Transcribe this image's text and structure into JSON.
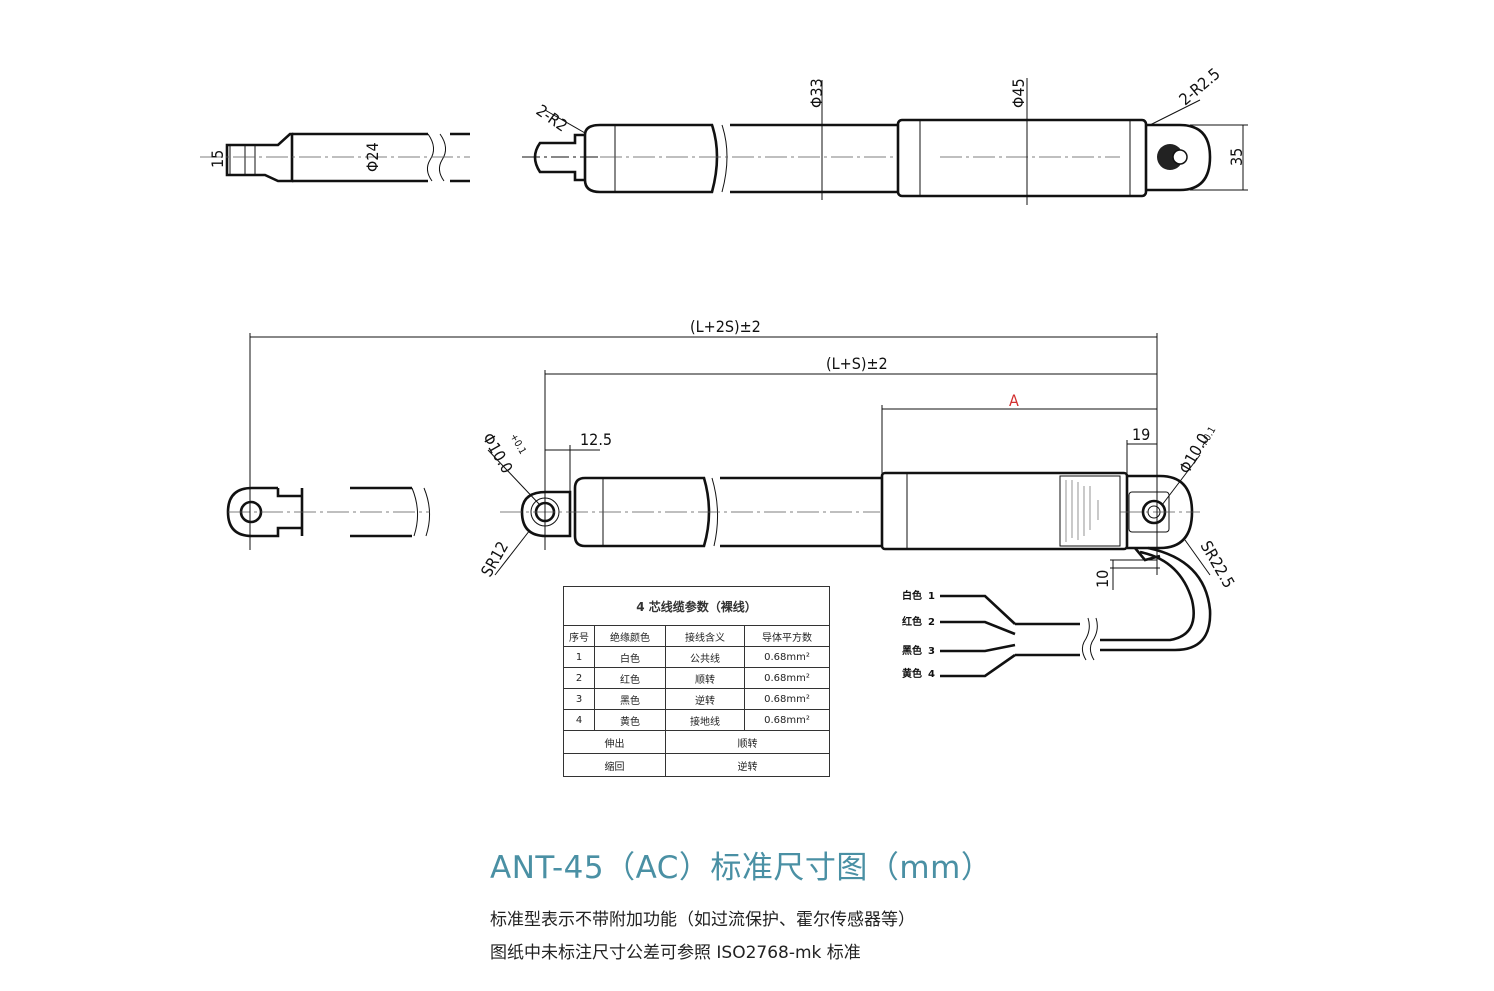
{
  "dimensions": {
    "top_view": {
      "d24": "Φ24",
      "w15": "15",
      "r2": "2-R2",
      "d33": "Φ33",
      "d45": "Φ45",
      "r25": "2-R2.5",
      "h35": "35"
    },
    "side_view": {
      "total_extended": "(L+2S)±2",
      "total_retracted": "(L+S)±2",
      "a": "A",
      "front_hole": "Φ10.0",
      "front_hole_tol": "+0.1",
      "offset_12_5": "12.5",
      "sr12": "SR12",
      "offset_19": "19",
      "rear_hole": "Φ10.0",
      "rear_hole_tol": "+0.1",
      "sr22_5": "SR22.5",
      "offset_10": "10"
    }
  },
  "wires": [
    {
      "label": "白色",
      "num": "1"
    },
    {
      "label": "红色",
      "num": "2"
    },
    {
      "label": "黑色",
      "num": "3"
    },
    {
      "label": "黄色",
      "num": "4"
    }
  ],
  "table": {
    "caption": "4 芯线缆参数（裸线）",
    "headers": [
      "序号",
      "绝缘颜色",
      "接线含义",
      "导体平方数"
    ],
    "rows": [
      [
        "1",
        "白色",
        "公共线",
        "0.68mm²"
      ],
      [
        "2",
        "红色",
        "顺转",
        "0.68mm²"
      ],
      [
        "3",
        "黑色",
        "逆转",
        "0.68mm²"
      ],
      [
        "4",
        "黄色",
        "接地线",
        "0.68mm²"
      ]
    ],
    "actions": [
      [
        "伸出",
        "顺转"
      ],
      [
        "缩回",
        "逆转"
      ]
    ]
  },
  "caption": {
    "title": "ANT-45（AC）标准尺寸图（mm）",
    "note1": "标准型表示不带附加功能（如过流保护、霍尔传感器等）",
    "note2": "图纸中未标注尺寸公差可参照 ISO2768-mk 标准"
  }
}
